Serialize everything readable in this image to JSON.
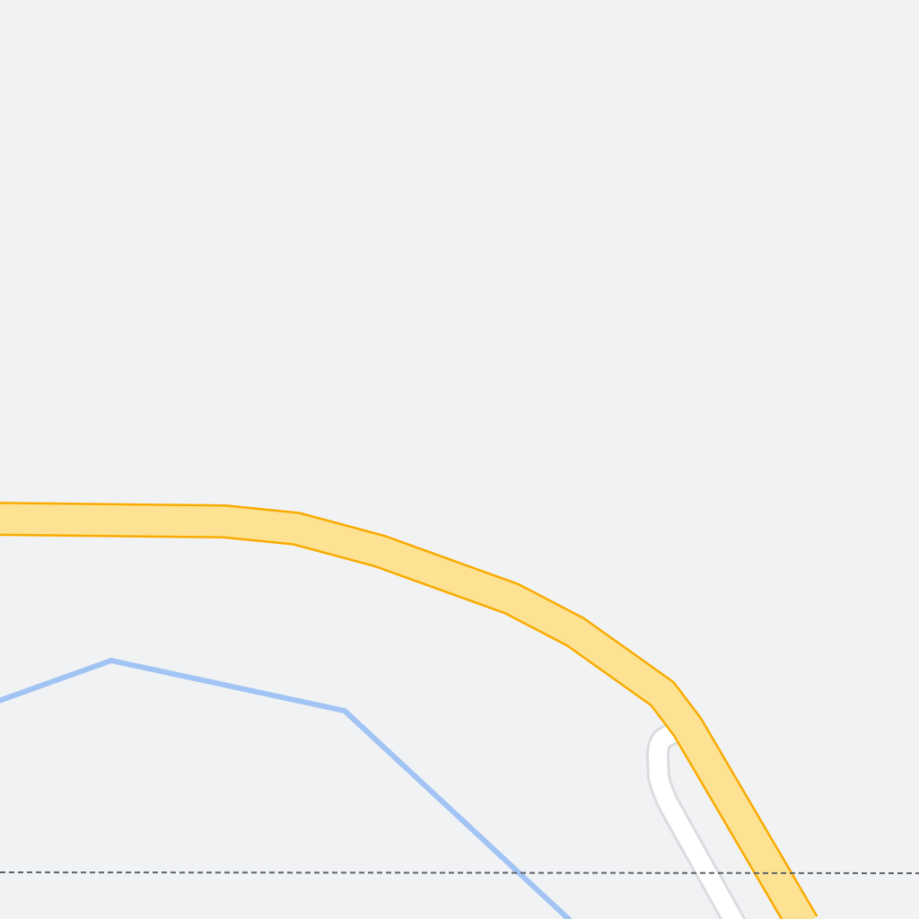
{
  "map": {
    "background_color": "#f1f2f4",
    "features": [
      {
        "kind": "major-road",
        "fill_color": "#fde293",
        "casing_color": "#f9ab00"
      },
      {
        "kind": "minor-road",
        "fill_color": "#ffffff",
        "casing_color": "#dadce0"
      },
      {
        "kind": "waterway",
        "color": "#a1c4f5"
      },
      {
        "kind": "boundary-line",
        "color": "#5f6368",
        "style": "dashed"
      }
    ]
  }
}
